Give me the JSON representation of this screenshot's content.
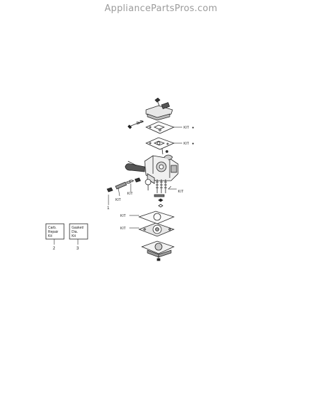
{
  "site": {
    "watermark": "AppliancePartsPros.com"
  },
  "diagram": {
    "kit_label": "KIT",
    "kit_marker": "●",
    "callouts": [
      "1",
      "2",
      "3"
    ],
    "boxes": [
      {
        "lines": [
          "Carb.",
          "Repair",
          "Kit"
        ],
        "number": "2"
      },
      {
        "lines": [
          "Gasket/",
          "Dia.",
          "Kit"
        ],
        "number": "3"
      }
    ]
  }
}
